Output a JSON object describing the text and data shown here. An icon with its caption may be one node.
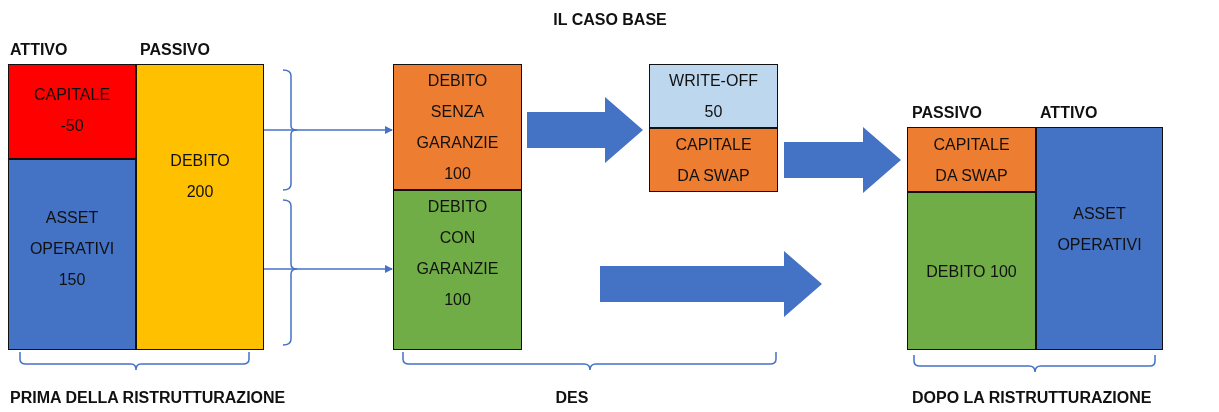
{
  "diagram": {
    "title": "IL CASO BASE",
    "nodes": [
      {
        "text": [
          "CAPITALE -50"
        ]
      },
      {
        "text": [
          "ASSET OPERATIVI 150"
        ]
      },
      {
        "text": [
          "DEBITO 200"
        ]
      },
      {
        "text": [
          "DEBITO SENZA GARANZIE 100"
        ]
      },
      {
        "text": [
          "DEBITO CON GARANZIE 100"
        ]
      },
      {
        "text": [
          "WRITE-OFF 50"
        ]
      },
      {
        "text": [
          "CAPITALE DA SWAP"
        ]
      },
      {
        "text": [
          "CAPITALE DA SWAP"
        ]
      },
      {
        "text": [
          "DEBITO 100"
        ]
      },
      {
        "text": [
          "ASSET OPERATIVI"
        ]
      }
    ],
    "edges": [
      {
        "from": 2,
        "to": 3,
        "arrow": "to"
      },
      {
        "from": 2,
        "to": 4,
        "arrow": "to"
      },
      {
        "from": 3,
        "to": 5,
        "arrow": "to",
        "style": "thick"
      },
      {
        "from": 6,
        "to": 7,
        "arrow": "to",
        "style": "thick"
      },
      {
        "from": 4,
        "to": 8,
        "arrow": "to",
        "style": "thick"
      }
    ],
    "labels": [
      "ATTIVO",
      "PASSIVO",
      "PASSIVO",
      "ATTIVO",
      "PRIMA DELLA RISTRUTTURAZIONE",
      "DES",
      "DOPO LA RISTRUTTURAZIONE"
    ]
  }
}
